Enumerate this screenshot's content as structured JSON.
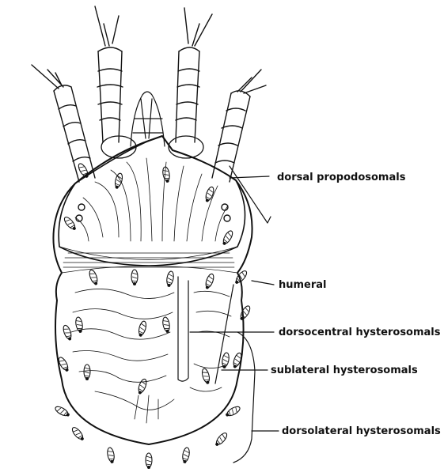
{
  "figure": {
    "labels": {
      "dorsal_propodosomals": "dorsal propodosomals",
      "humeral": "humeral",
      "dorsocentral_hysterosomals": "dorsocentral hysterosomals",
      "sublateral_hysterosomals": "sublateral hysterosomals",
      "dorsolateral_hysterosomals": "dorsolateral hysterosomals"
    },
    "colors": {
      "ink": "#111111",
      "background": "#ffffff"
    }
  }
}
